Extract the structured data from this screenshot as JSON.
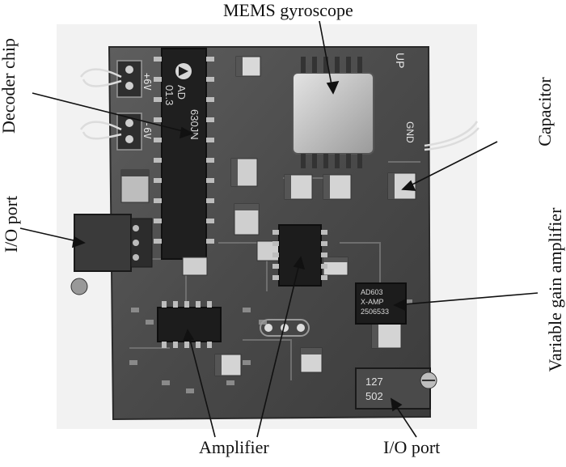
{
  "labels": {
    "mems_gyroscope": "MEMS gyroscope",
    "decoder_chip": "Decoder chip",
    "capacitor": "Capacitor",
    "io_port_left": "I/O port",
    "variable_gain_amplifier": "Variable gain amplifier",
    "amplifier": "Amplifier",
    "io_port_bottom": "I/O port"
  },
  "board_silkscreen": {
    "plus6v": "+6V",
    "minus6v": "-6V",
    "up": "UP",
    "gnd": "GND",
    "decoder_chip_text": [
      "AD",
      "630JN",
      "01.3"
    ],
    "vga_chip_text": [
      "AD603",
      "X-AMP",
      "2506533"
    ],
    "pot_text": [
      "127",
      "502"
    ]
  }
}
